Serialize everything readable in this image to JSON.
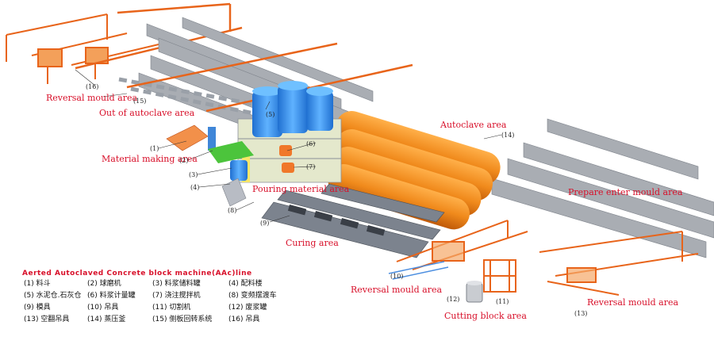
{
  "areas": {
    "reversal_mould_top": "Reversal mould area",
    "out_of_autoclave": "Out of autoclave area",
    "autoclave": "Autoclave area",
    "material_making": "Material making area",
    "pouring_material": "Pouring material area",
    "prepare_enter_mould": "Prepare enter mould area",
    "curing": "Curing area",
    "reversal_mould_mid": "Reversal mould area",
    "reversal_mould_right": "Reversal mould area",
    "cutting_block": "Cutting block area"
  },
  "callouts": {
    "n1": "(1)",
    "n2": "(2)",
    "n3": "(3)",
    "n4": "(4)",
    "n5": "(5)",
    "n6": "(6)",
    "n7": "(7)",
    "n8": "(8)",
    "n9": "(9)",
    "n10": "(10)",
    "n11": "(11)",
    "n12": "(12)",
    "n13": "(13)",
    "n14": "(14)",
    "n15": "(15)",
    "n16": "(16)"
  },
  "legend": {
    "title": "Aerted Autoclaved Concrete block machine(AAc)line",
    "items": [
      "(1) 料斗",
      "(2) 球磨机",
      "(3) 料浆储料罐",
      "(4) 配料楼",
      "(5) 水泥仓.石灰仓",
      "(6) 料浆计量罐",
      "(7) 浇注搅拌机",
      "(8) 变频摆渡车",
      "(9) 模具",
      "(10) 吊具",
      "(11) 切割机",
      "(12) 废浆罐",
      "(13) 空翻吊具",
      "(14) 蒸压釜",
      "(15) 侧板回转系统",
      "(16) 吊具"
    ]
  },
  "colors": {
    "label_red": "#d8102a",
    "orange": "#f07818",
    "steel": "#8a8f99",
    "silo_blue": "#2e8ae6",
    "mill_green": "#4cc43c"
  }
}
